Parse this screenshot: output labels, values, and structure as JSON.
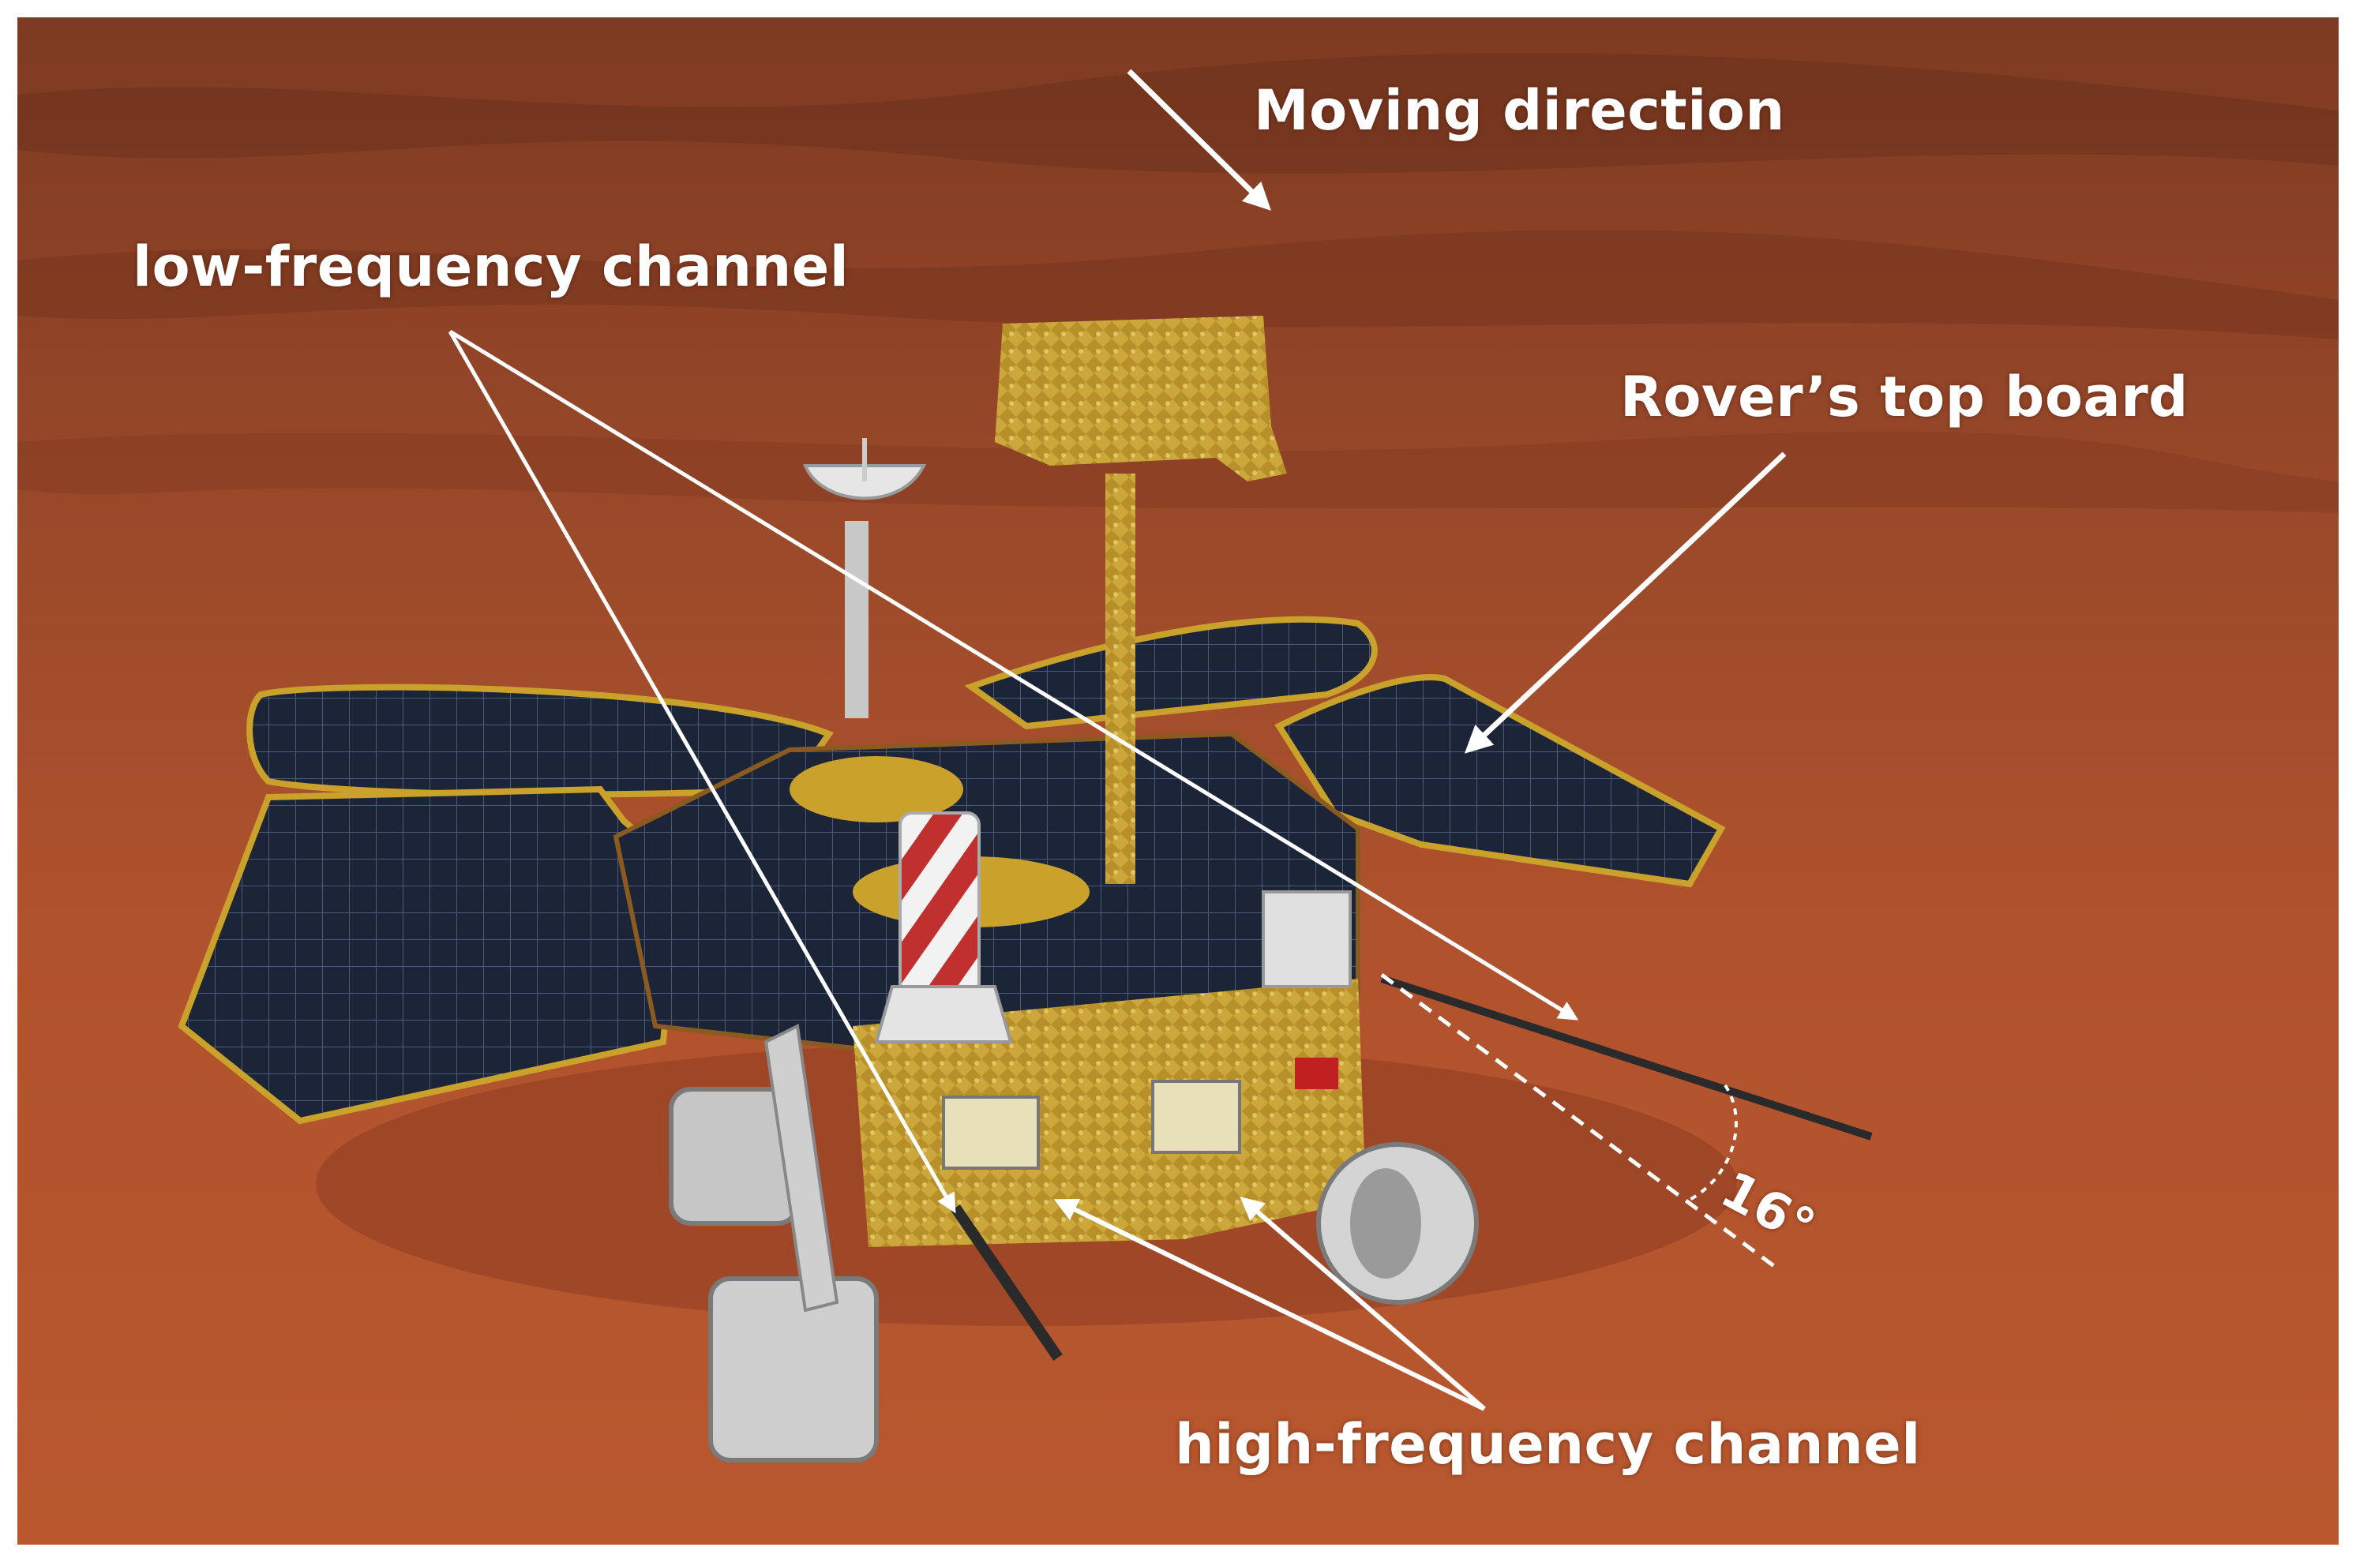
{
  "labels": {
    "moving_direction": "Moving direction",
    "low_frequency": "low-frequency channel",
    "top_board": "Rover’s top board",
    "high_frequency": "high-frequency channel",
    "angle": "16°"
  },
  "colors": {
    "mars_ground": "#b4532d",
    "mars_sky": "#8c4126",
    "solar_panel": "#1c2438",
    "gold_foil": "#c9a12b",
    "annotation": "#ffffff"
  },
  "icons": [
    "arrow-icon",
    "satellite-dish-icon",
    "wheel-icon"
  ]
}
